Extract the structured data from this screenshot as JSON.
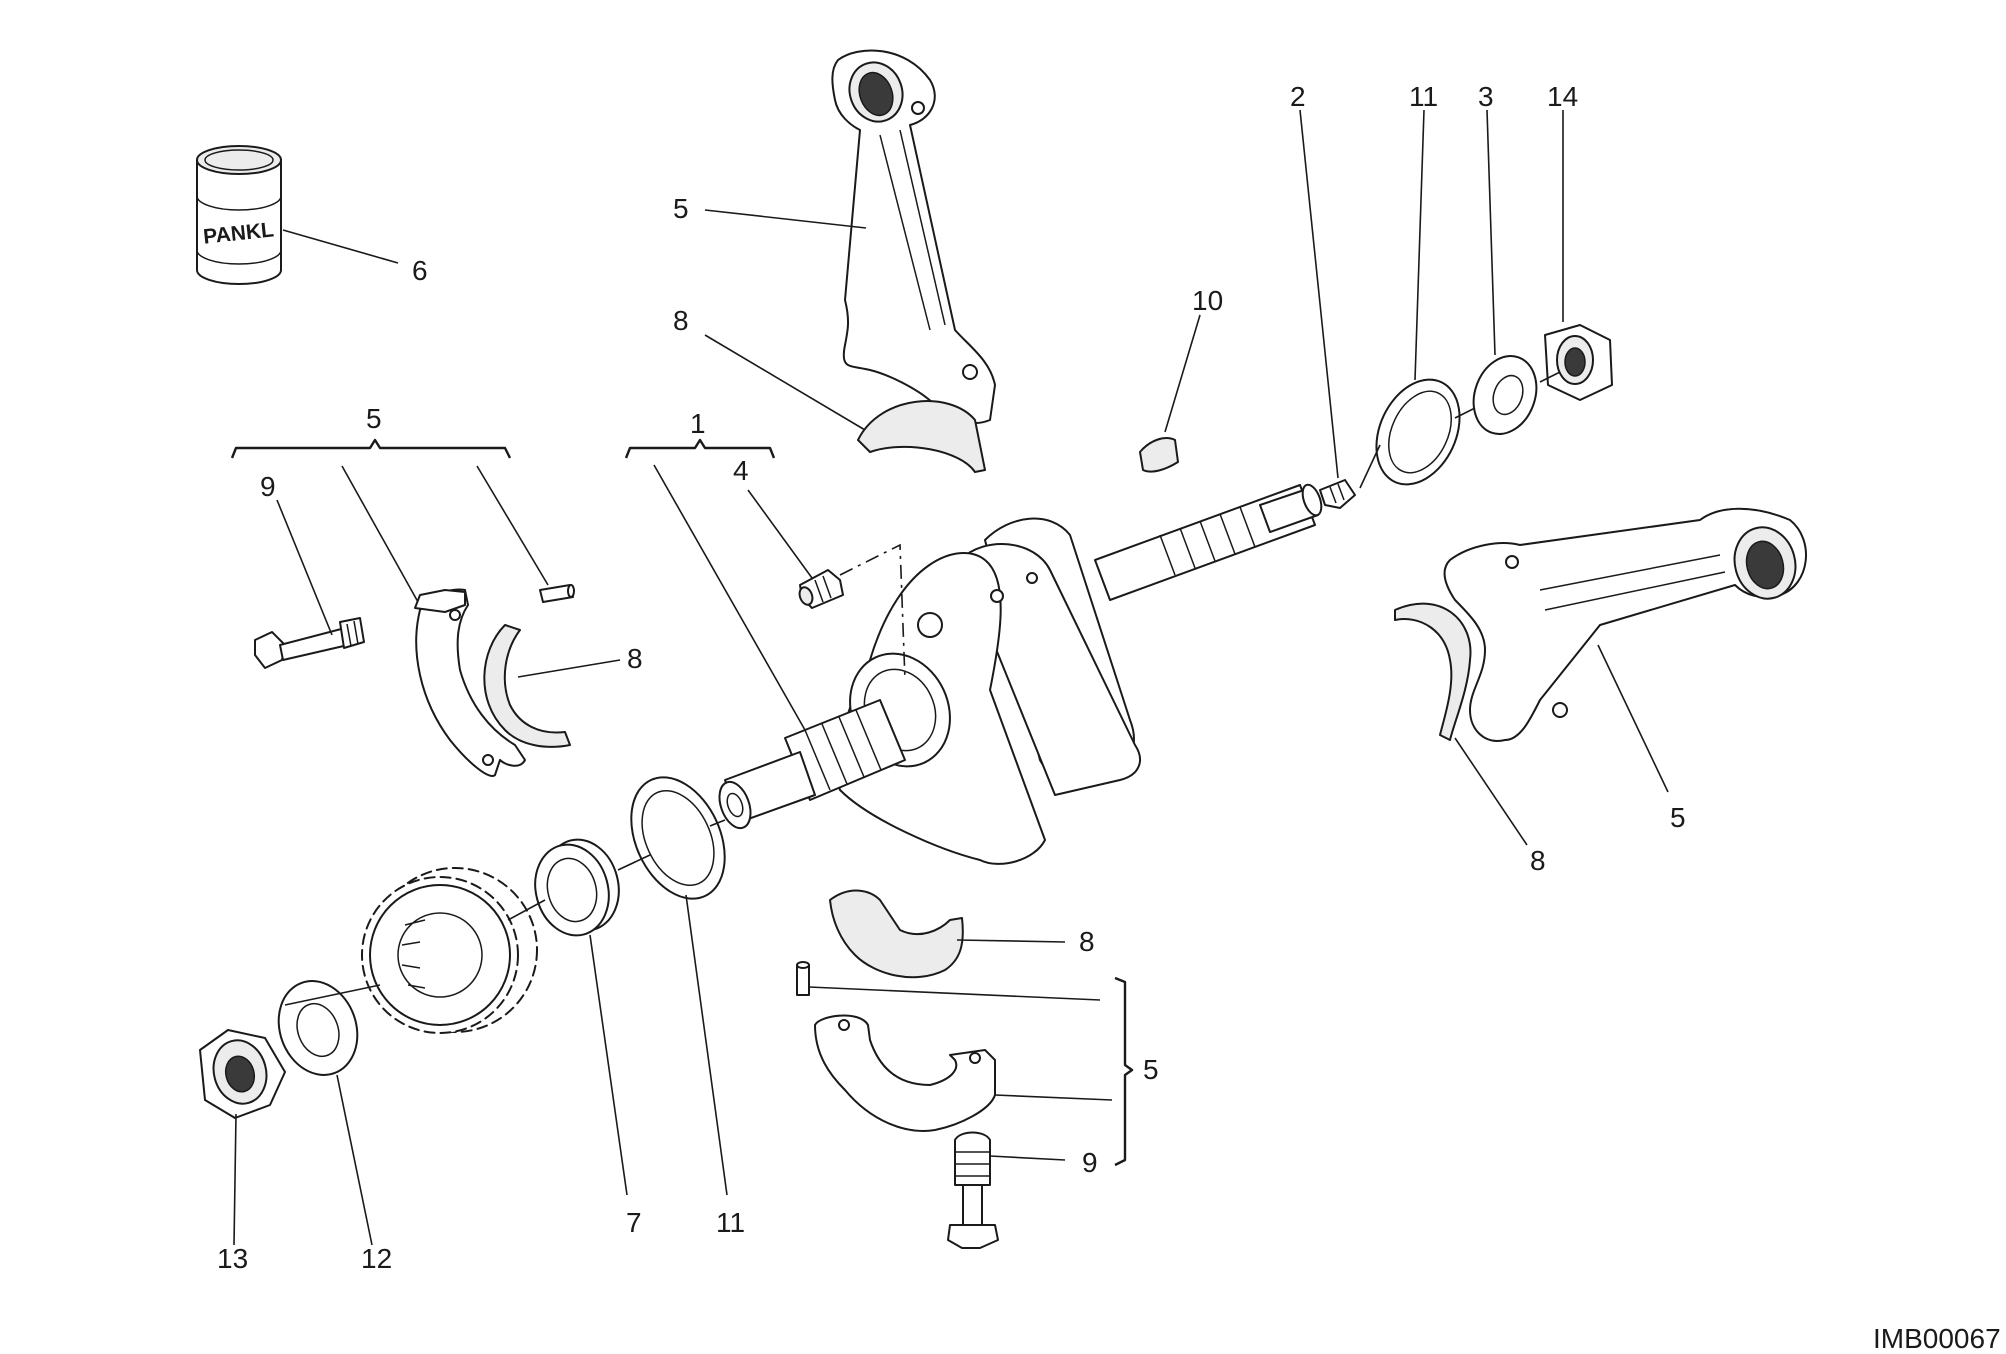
{
  "image_ref": "IMB00067",
  "logo_text": "PANKL",
  "callouts": {
    "c1": "1",
    "c2": "2",
    "c3": "3",
    "c4": "4",
    "c5_rod_top": "5",
    "c5_cap_left": "5",
    "c5_rod_right": "5",
    "c5_cap_bottom": "5",
    "c6": "6",
    "c7": "7",
    "c8_rod_top": "8",
    "c8_cap_left": "8",
    "c8_rod_right": "8",
    "c8_cap_bottom": "8",
    "c9_left": "9",
    "c9_bottom": "9",
    "c10": "10",
    "c11_right": "11",
    "c11_bottom": "11",
    "c12": "12",
    "c13": "13",
    "c14": "14"
  }
}
